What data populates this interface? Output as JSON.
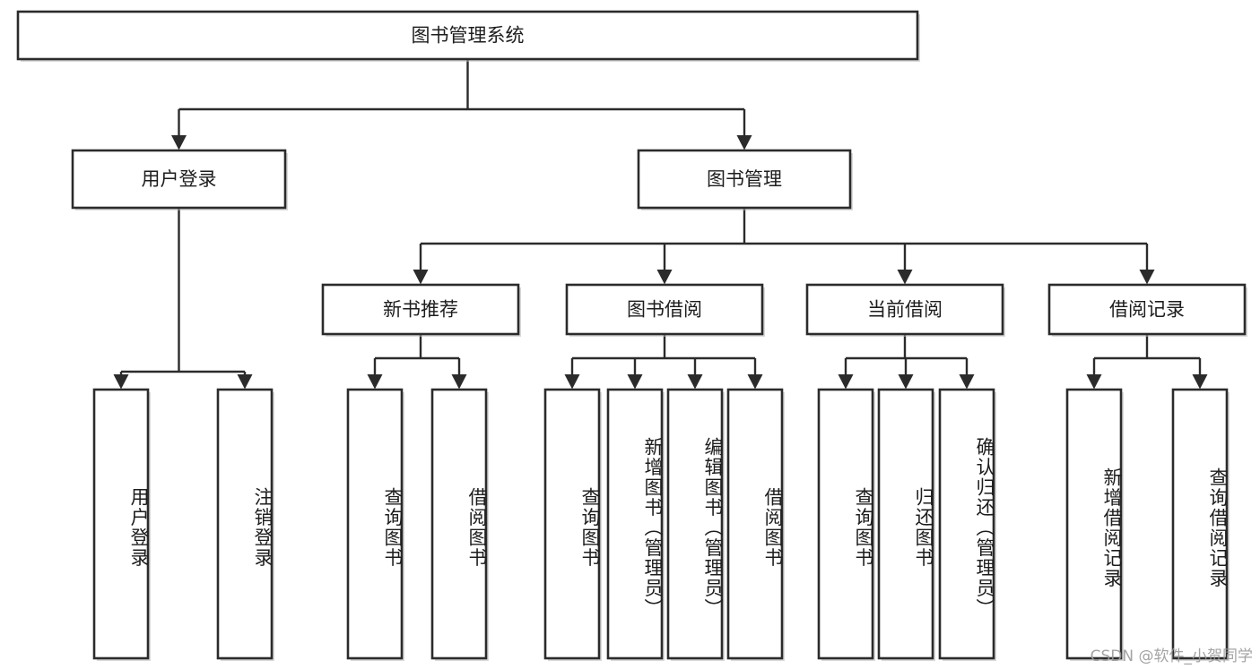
{
  "diagram": {
    "type": "tree",
    "title": "图书管理系统",
    "orientation": "top-down",
    "colors": {
      "box_stroke": "#2b2b2b",
      "box_fill": "#ffffff",
      "connector": "#2b2b2b",
      "text": "#1d1d1d",
      "watermark": "#9a9a9a",
      "background": "#ffffff"
    },
    "levels": [
      {
        "level": 1,
        "nodes": [
          {
            "id": "root",
            "label": "图书管理系统",
            "orient": "horizontal"
          }
        ]
      },
      {
        "level": 2,
        "nodes": [
          {
            "id": "login",
            "label": "用户登录",
            "orient": "horizontal",
            "parent": "root"
          },
          {
            "id": "bookmgmt",
            "label": "图书管理",
            "orient": "horizontal",
            "parent": "root"
          }
        ]
      },
      {
        "level": 3,
        "nodes": [
          {
            "id": "newbook",
            "label": "新书推荐",
            "orient": "horizontal",
            "parent": "bookmgmt"
          },
          {
            "id": "borrow",
            "label": "图书借阅",
            "orient": "horizontal",
            "parent": "bookmgmt"
          },
          {
            "id": "current",
            "label": "当前借阅",
            "orient": "horizontal",
            "parent": "bookmgmt"
          },
          {
            "id": "record",
            "label": "借阅记录",
            "orient": "horizontal",
            "parent": "bookmgmt"
          }
        ]
      },
      {
        "level": 4,
        "nodes": [
          {
            "id": "leaf1",
            "label": "用户登录",
            "orient": "vertical",
            "parent": "login"
          },
          {
            "id": "leaf2",
            "label": "注销登录",
            "orient": "vertical",
            "parent": "login"
          },
          {
            "id": "leaf3",
            "label": "查询图书",
            "orient": "vertical",
            "parent": "newbook"
          },
          {
            "id": "leaf4",
            "label": "借阅图书",
            "orient": "vertical",
            "parent": "newbook"
          },
          {
            "id": "leaf5",
            "label": "查询图书",
            "orient": "vertical",
            "parent": "borrow"
          },
          {
            "id": "leaf6",
            "label": "新增图书（管理员）",
            "orient": "vertical",
            "parent": "borrow"
          },
          {
            "id": "leaf7",
            "label": "编辑图书（管理员）",
            "orient": "vertical",
            "parent": "borrow"
          },
          {
            "id": "leaf8",
            "label": "借阅图书",
            "orient": "vertical",
            "parent": "borrow"
          },
          {
            "id": "leaf9",
            "label": "查询图书",
            "orient": "vertical",
            "parent": "current"
          },
          {
            "id": "leaf10",
            "label": "归还图书",
            "orient": "vertical",
            "parent": "current"
          },
          {
            "id": "leaf11",
            "label": "确认归还（管理员）",
            "orient": "vertical",
            "parent": "current"
          },
          {
            "id": "leaf12",
            "label": "新增借阅记录",
            "orient": "vertical",
            "parent": "record"
          },
          {
            "id": "leaf13",
            "label": "查询借阅记录",
            "orient": "vertical",
            "parent": "record"
          }
        ]
      }
    ]
  },
  "watermark": {
    "text": "CSDN @软件_小贺同学"
  }
}
